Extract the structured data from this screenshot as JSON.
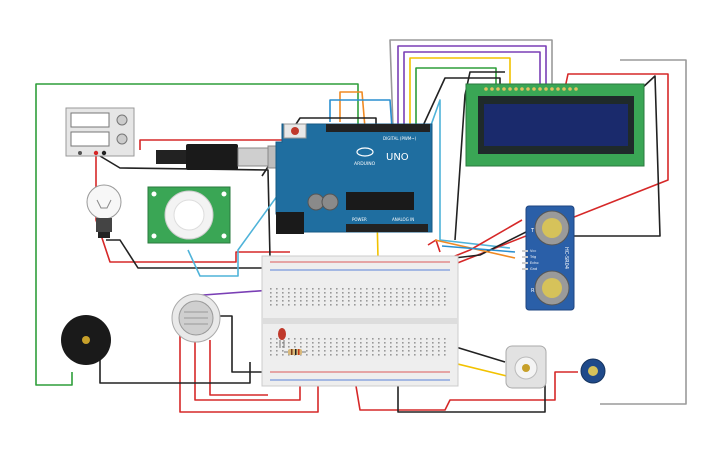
{
  "arduino": {
    "brand": "UNO",
    "logo_text": "ARDUINO",
    "digital_label": "DIGITAL (PWM~)",
    "power_label": "POWER",
    "analog_label": "ANALOG IN",
    "board_color": "#1f6ea0"
  },
  "ultrasonic": {
    "model": "HC-SR04",
    "pins": [
      "Vcc",
      "Trig",
      "Echo",
      "Gnd"
    ],
    "side_labels": [
      "T",
      "R"
    ]
  },
  "lcd": {
    "screen_color": "#1a2a6c",
    "board_color": "#3aa655"
  },
  "wire_colors": {
    "red": "#d62828",
    "black": "#222222",
    "green": "#2e9e3a",
    "yellow": "#f2c200",
    "orange": "#f08a24",
    "blue": "#2a8fd0",
    "purple": "#7a3fb5",
    "gray": "#9a9a9a",
    "cyan": "#4fb3d9"
  },
  "components": [
    "power-supply",
    "light-bulb",
    "pir-sensor",
    "gas-sensor",
    "buzzer",
    "led",
    "resistor",
    "dc-motor",
    "potentiometer",
    "breadboard",
    "arduino-uno",
    "lcd-16x2",
    "hc-sr04"
  ]
}
